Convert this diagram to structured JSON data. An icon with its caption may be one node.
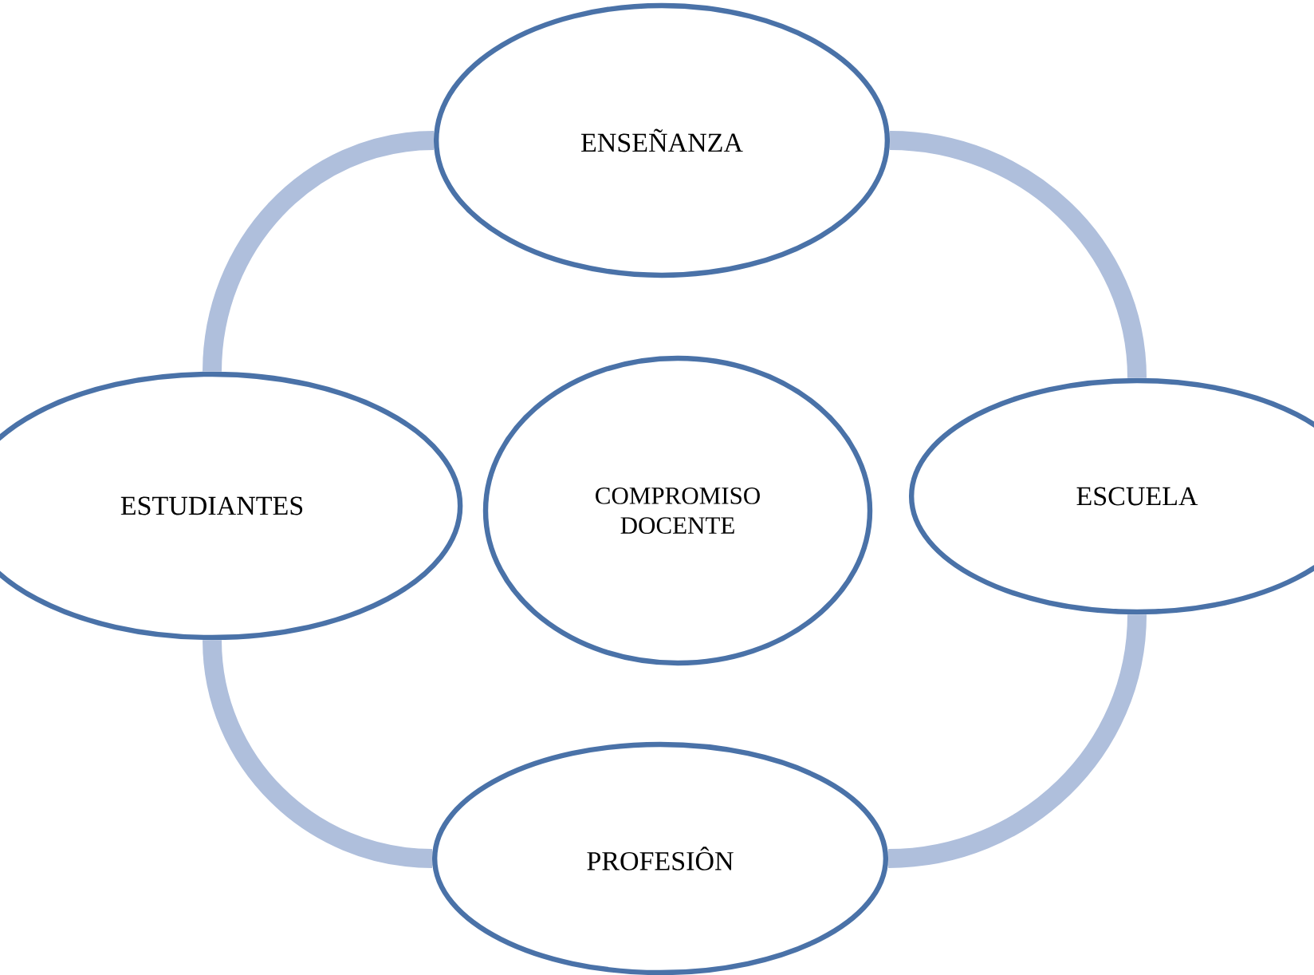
{
  "diagram": {
    "nodes": [
      {
        "text": [
          "COMPROMISO DOCENTE"
        ]
      },
      {
        "text": [
          "ENSEÑANZA"
        ]
      },
      {
        "text": [
          "ESCUELA"
        ]
      },
      {
        "text": [
          "PROFESIÔN"
        ]
      },
      {
        "text": [
          "ESTUDIANTES"
        ]
      }
    ],
    "edges": [
      {
        "from": 1,
        "to": 2,
        "arrow": "none"
      },
      {
        "from": 2,
        "to": 3,
        "arrow": "none"
      },
      {
        "from": 3,
        "to": 4,
        "arrow": "none"
      },
      {
        "from": 4,
        "to": 1,
        "arrow": "none"
      }
    ]
  }
}
